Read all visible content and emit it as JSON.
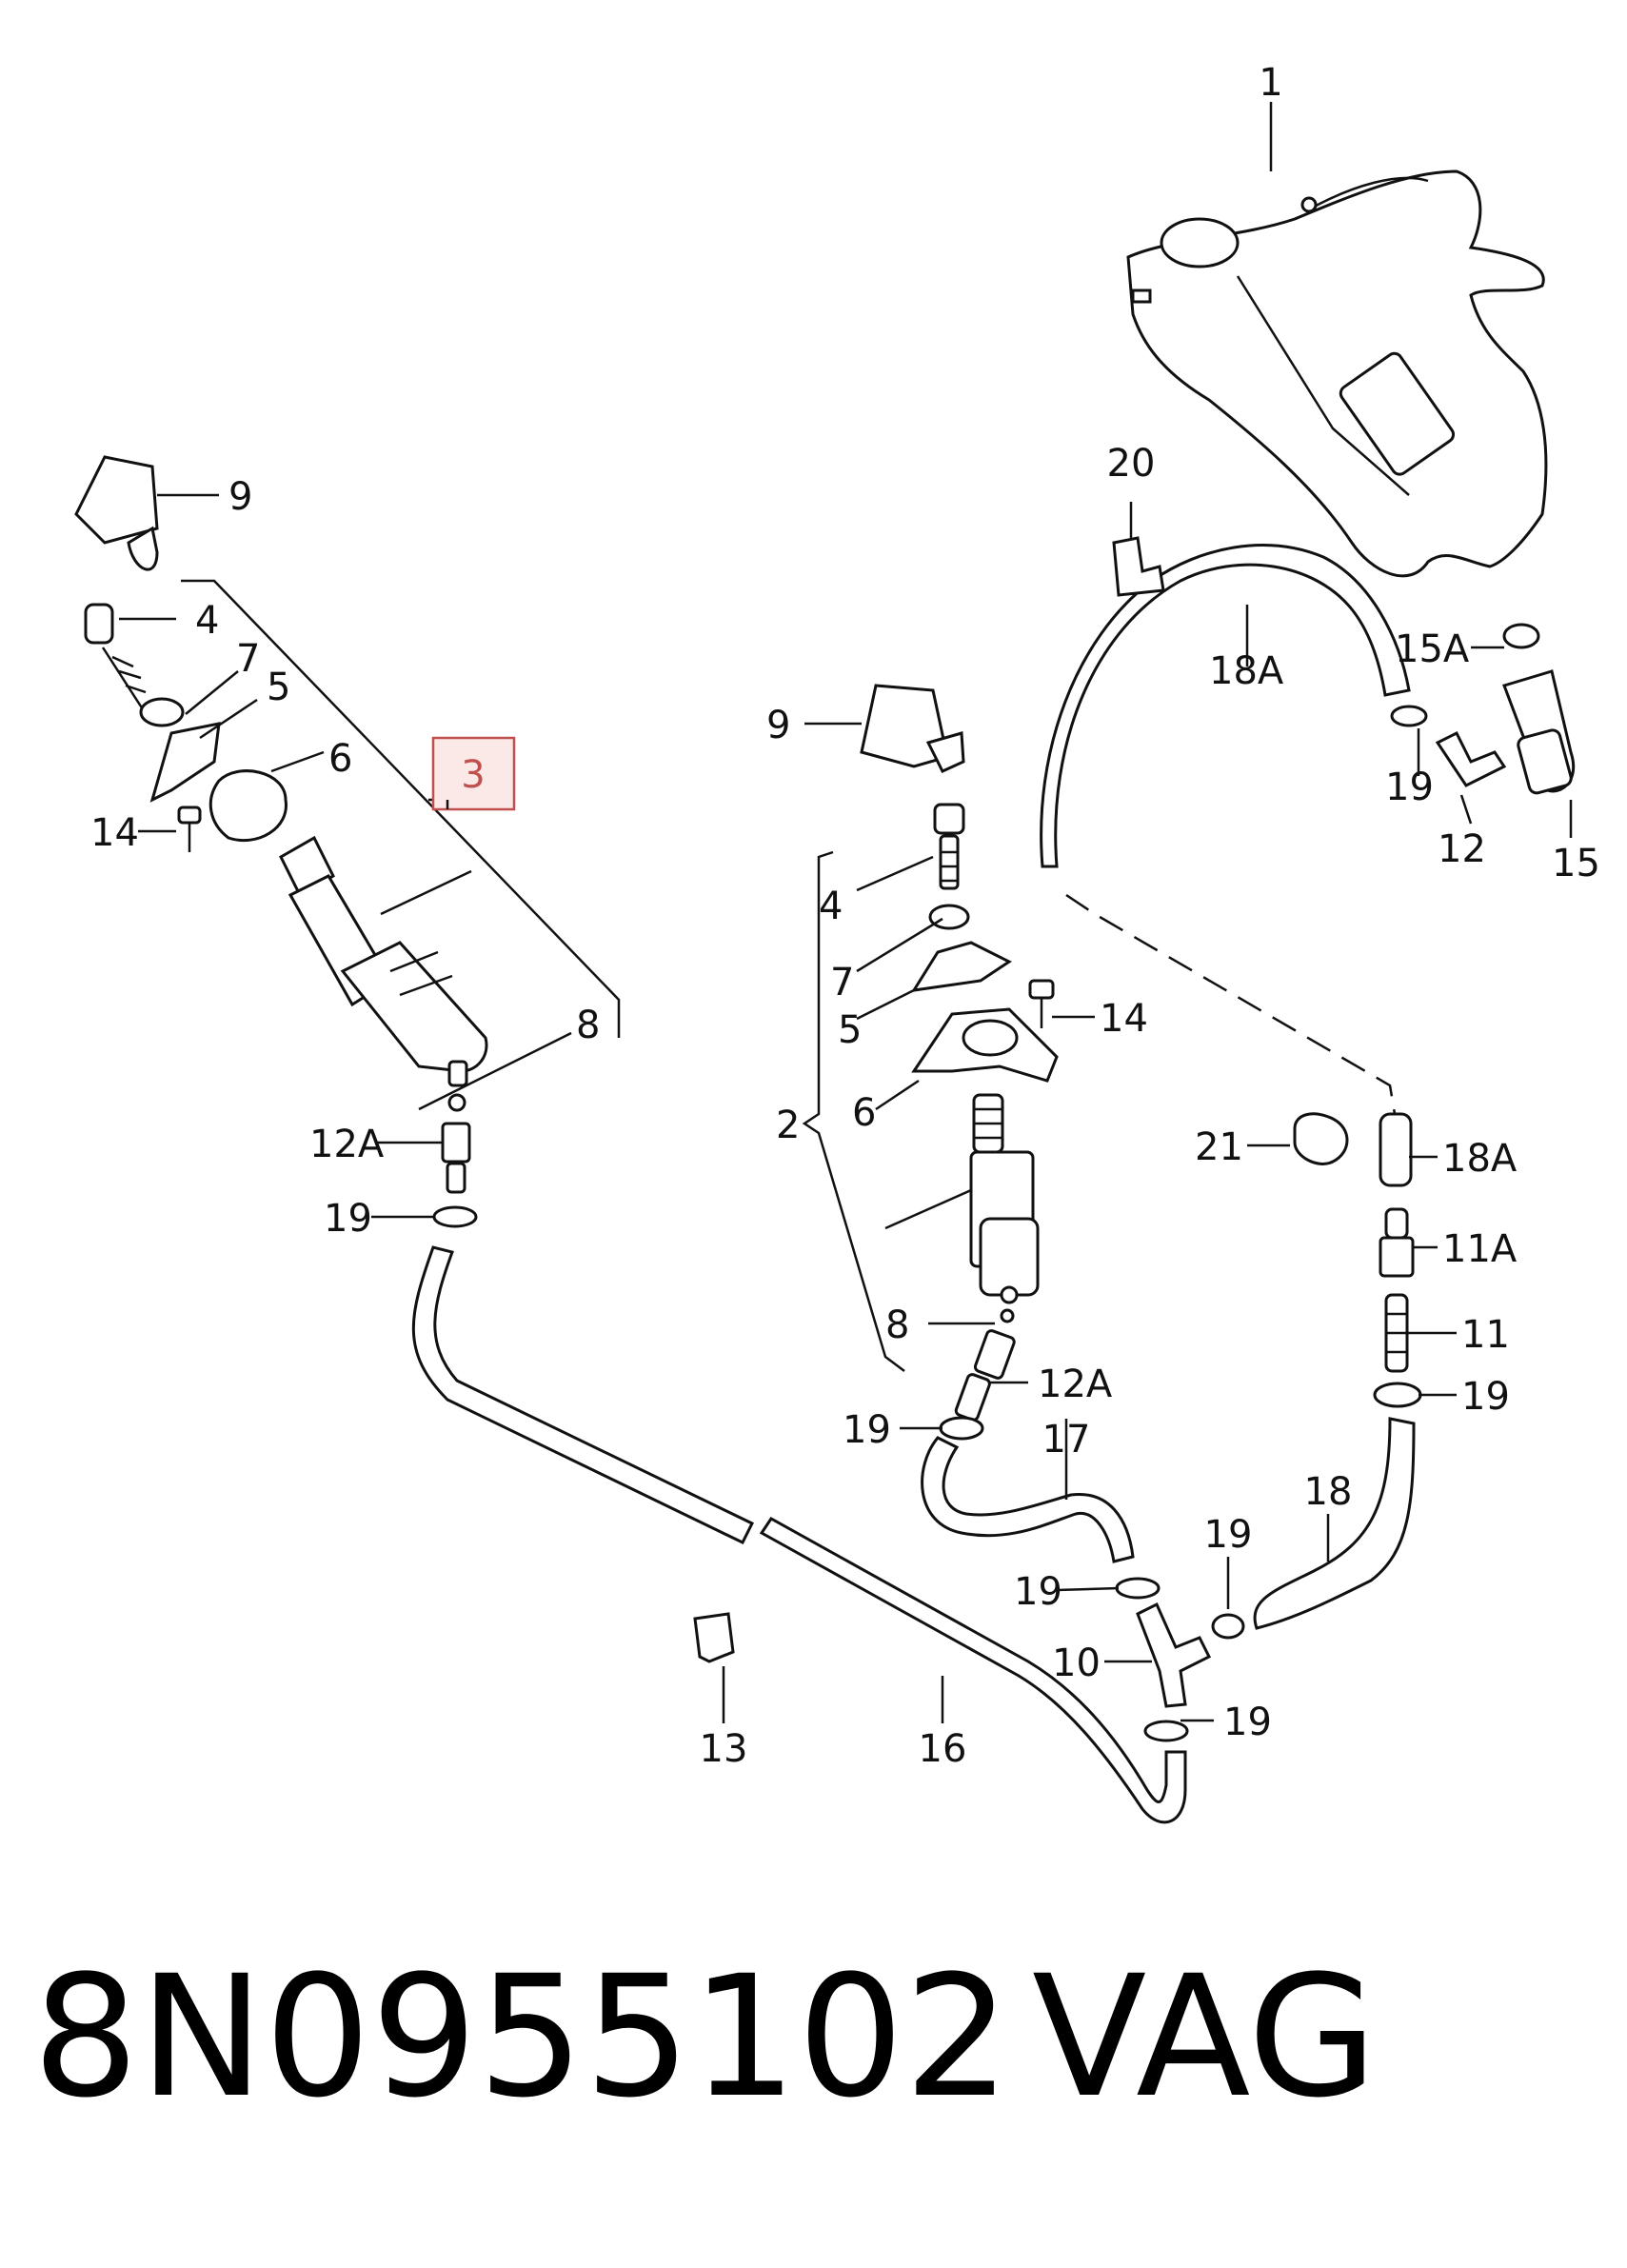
{
  "highlight": {
    "text": "3",
    "color": "#c0504d"
  },
  "callouts": {
    "c1": "1",
    "c2": "2",
    "c4a": "4",
    "c4b": "4",
    "c5a": "5",
    "c5b": "5",
    "c6a": "6",
    "c6b": "6",
    "c7a": "7",
    "c7b": "7",
    "c8a": "8",
    "c8b": "8",
    "c9a": "9",
    "c9b": "9",
    "c10": "10",
    "c11": "11",
    "c11a": "11A",
    "c12": "12",
    "c12a1": "12A",
    "c12a2": "12A",
    "c13": "13",
    "c14a": "14",
    "c14b": "14",
    "c15": "15",
    "c15a": "15A",
    "c16": "16",
    "c17": "17",
    "c18": "18",
    "c18a1": "18A",
    "c18a2": "18A",
    "c19a": "19",
    "c19b": "19",
    "c19c": "19",
    "c19d": "19",
    "c19e": "19",
    "c19f": "19",
    "c19g": "19",
    "c20": "20",
    "c21": "21"
  },
  "footer": {
    "part_number": "8N0955102",
    "brand": "VAG"
  }
}
